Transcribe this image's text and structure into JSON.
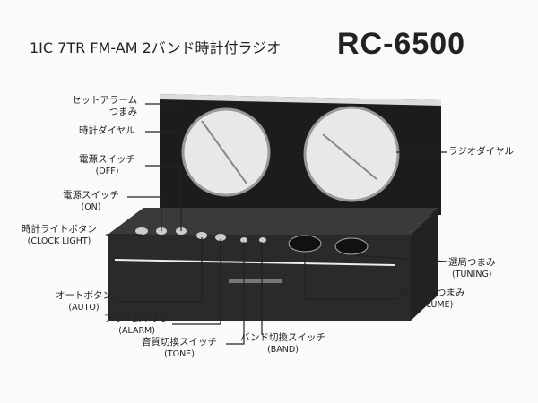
{
  "header": {
    "title": "1IC 7TR FM-AM 2バンド時計付ラジオ",
    "model": "RC-6500"
  },
  "labels": {
    "set_alarm": {
      "jp": "セットアラーム",
      "jp2": "つまみ"
    },
    "clock_dial": {
      "jp": "時計ダイヤル"
    },
    "power_off": {
      "jp": "電源スイッチ",
      "en": "(OFF)"
    },
    "power_on": {
      "jp": "電源スイッチ",
      "en": "(ON)"
    },
    "clock_light": {
      "jp": "時計ライトボタン",
      "en": "(CLOCK LIGHT)"
    },
    "auto": {
      "jp": "オートボタン",
      "en": "(AUTO)"
    },
    "alarm": {
      "jp": "アラームボタン",
      "en": "(ALARM)"
    },
    "tone": {
      "jp": "音質切換スイッチ",
      "en": "(TONE)"
    },
    "band": {
      "jp": "バンド切換スイッチ",
      "en": "(BAND)"
    },
    "volume": {
      "jp": "音量調整つまみ",
      "en": "(VOLUME)"
    },
    "tuning": {
      "jp": "選局つまみ",
      "en": "(TUNING)"
    },
    "radio_dial": {
      "jp": "ラジオダイヤル"
    }
  }
}
